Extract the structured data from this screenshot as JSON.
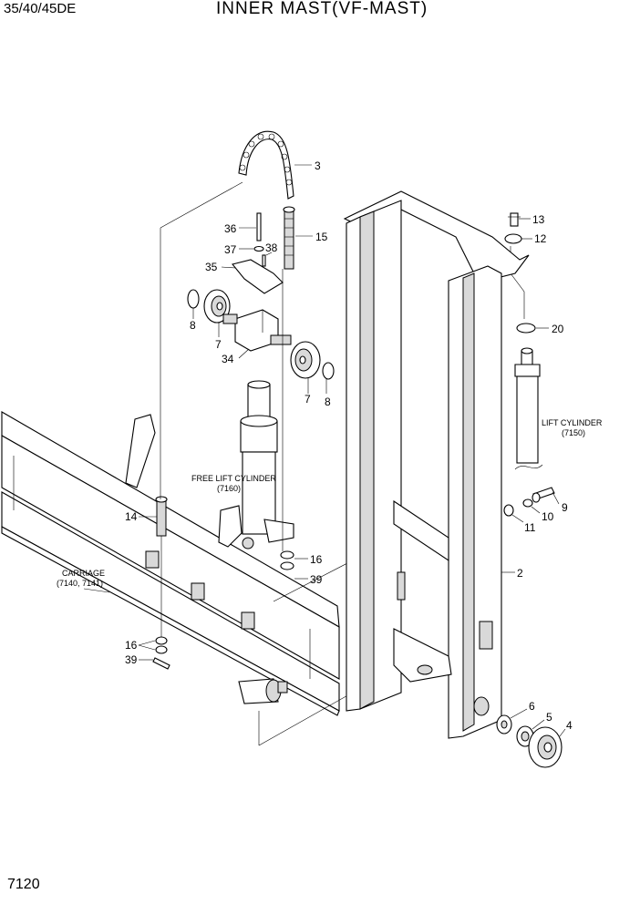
{
  "header": {
    "model": "35/40/45DE",
    "title": "INNER  MAST(VF-MAST)"
  },
  "page_number": "7120",
  "labels": {
    "free_lift_cylinder": "FREE LIFT CYLINDER",
    "free_lift_cylinder_ref": "(7160)",
    "lift_cylinder": "LIFT CYLINDER",
    "lift_cylinder_ref": "(7150)",
    "carriage": "CARRIAGE",
    "carriage_ref": "(7140, 7141)"
  },
  "callouts": [
    {
      "id": "c3",
      "text": "3"
    },
    {
      "id": "c36",
      "text": "36"
    },
    {
      "id": "c15",
      "text": "15"
    },
    {
      "id": "c37",
      "text": "37"
    },
    {
      "id": "c38",
      "text": "38"
    },
    {
      "id": "c35",
      "text": "35"
    },
    {
      "id": "c8a",
      "text": "8"
    },
    {
      "id": "c7a",
      "text": "7"
    },
    {
      "id": "c34",
      "text": "34"
    },
    {
      "id": "c7b",
      "text": "7"
    },
    {
      "id": "c8b",
      "text": "8"
    },
    {
      "id": "c13",
      "text": "13"
    },
    {
      "id": "c12",
      "text": "12"
    },
    {
      "id": "c20",
      "text": "20"
    },
    {
      "id": "c9",
      "text": "9"
    },
    {
      "id": "c10",
      "text": "10"
    },
    {
      "id": "c11",
      "text": "11"
    },
    {
      "id": "c14",
      "text": "14"
    },
    {
      "id": "c16a",
      "text": "16"
    },
    {
      "id": "c39a",
      "text": "39"
    },
    {
      "id": "c2",
      "text": "2"
    },
    {
      "id": "c16b",
      "text": "16"
    },
    {
      "id": "c39b",
      "text": "39"
    },
    {
      "id": "c6",
      "text": "6"
    },
    {
      "id": "c5",
      "text": "5"
    },
    {
      "id": "c4",
      "text": "4"
    }
  ]
}
